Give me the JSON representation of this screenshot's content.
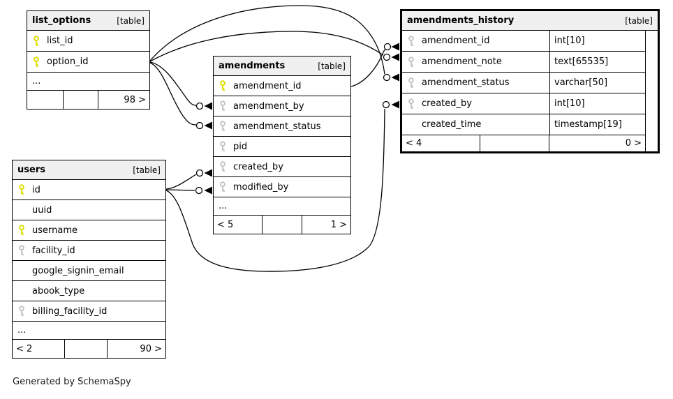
{
  "generated_note": "Generated by SchemaSpy",
  "colors": {
    "background": "#ffffff",
    "header_bg": "#f0f0f0",
    "border": "#000000",
    "primary_key": "#dede00",
    "index_key": "#c4c4c4"
  },
  "tables": {
    "list_options": {
      "title": "list_options",
      "badge": "[table]",
      "columns": [
        {
          "label": "list_id",
          "key": "primary"
        },
        {
          "label": "option_id",
          "key": "primary"
        }
      ],
      "ellipsis": "...",
      "pager": {
        "prev": "",
        "mid": "",
        "next": "98 >"
      }
    },
    "amendments": {
      "title": "amendments",
      "badge": "[table]",
      "columns": [
        {
          "label": "amendment_id",
          "key": "primary"
        },
        {
          "label": "amendment_by",
          "key": "index"
        },
        {
          "label": "amendment_status",
          "key": "index"
        },
        {
          "label": "pid",
          "key": "index"
        },
        {
          "label": "created_by",
          "key": "index"
        },
        {
          "label": "modified_by",
          "key": "index"
        }
      ],
      "ellipsis": "...",
      "pager": {
        "prev": "< 5",
        "mid": "",
        "next": "1 >"
      }
    },
    "users": {
      "title": "users",
      "badge": "[table]",
      "columns": [
        {
          "label": "id",
          "key": "primary"
        },
        {
          "label": "uuid",
          "key": "none"
        },
        {
          "label": "username",
          "key": "primary"
        },
        {
          "label": "facility_id",
          "key": "index"
        },
        {
          "label": "google_signin_email",
          "key": "none"
        },
        {
          "label": "abook_type",
          "key": "none"
        },
        {
          "label": "billing_facility_id",
          "key": "index"
        }
      ],
      "ellipsis": "...",
      "pager": {
        "prev": "< 2",
        "mid": "",
        "next": "90 >"
      }
    },
    "amendments_history": {
      "title": "amendments_history",
      "badge": "[table]",
      "columns": [
        {
          "label": "amendment_id",
          "type": "int[10]",
          "key": "index"
        },
        {
          "label": "amendment_note",
          "type": "text[65535]",
          "key": "index"
        },
        {
          "label": "amendment_status",
          "type": "varchar[50]",
          "key": "index"
        },
        {
          "label": "created_by",
          "type": "int[10]",
          "key": "index"
        },
        {
          "label": "created_time",
          "type": "timestamp[19]",
          "key": "none"
        }
      ],
      "pager": {
        "prev": "< 4",
        "mid": "",
        "next": "0 >"
      }
    }
  },
  "relationships": [
    {
      "from": "list_options.option_id",
      "to": "amendments.amendment_by"
    },
    {
      "from": "list_options.option_id",
      "to": "amendments.amendment_status"
    },
    {
      "from": "list_options.option_id",
      "to": "amendments_history.amendment_note"
    },
    {
      "from": "list_options.option_id",
      "to": "amendments_history.amendment_status"
    },
    {
      "from": "users.id",
      "to": "amendments.created_by"
    },
    {
      "from": "users.id",
      "to": "amendments.modified_by"
    },
    {
      "from": "users.id",
      "to": "amendments_history.created_by"
    },
    {
      "from": "amendments.amendment_id",
      "to": "amendments_history.amendment_id"
    }
  ]
}
